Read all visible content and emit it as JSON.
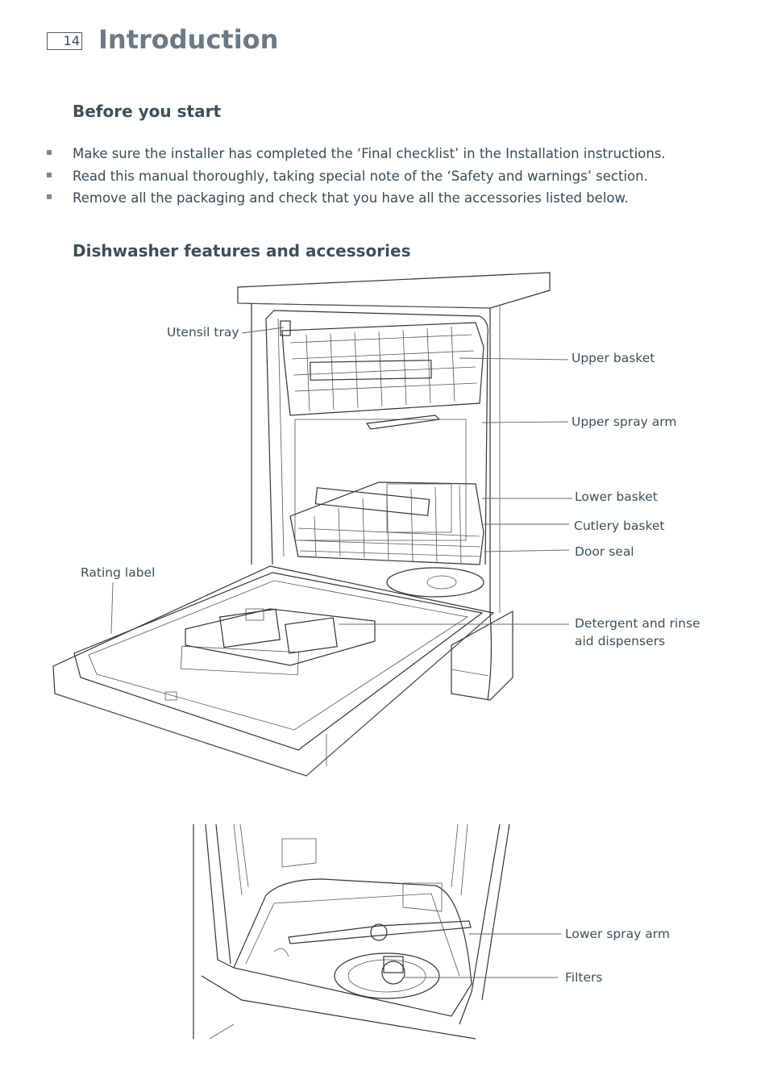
{
  "page": {
    "number": "14",
    "title": "Introduction"
  },
  "before_start": {
    "heading": "Before you start",
    "items": [
      "Make sure the installer has completed the ‘Final checklist’ in the Installation instructions.",
      "Read this manual thoroughly, taking special note of the ‘Safety and warnings’ section.",
      "Remove all the packaging and check that you have all the accessories listed below."
    ]
  },
  "features": {
    "heading": "Dishwasher features and accessories",
    "labels": {
      "utensil_tray": "Utensil tray",
      "upper_basket": "Upper basket",
      "upper_spray_arm": "Upper spray arm",
      "lower_basket": "Lower basket",
      "cutlery_basket": "Cutlery basket",
      "door_seal": "Door seal",
      "rating_label": "Rating label",
      "detergent_line1": "Detergent and rinse",
      "detergent_line2": "aid dispensers",
      "lower_spray_arm": "Lower spray arm",
      "filters": "Filters"
    }
  }
}
